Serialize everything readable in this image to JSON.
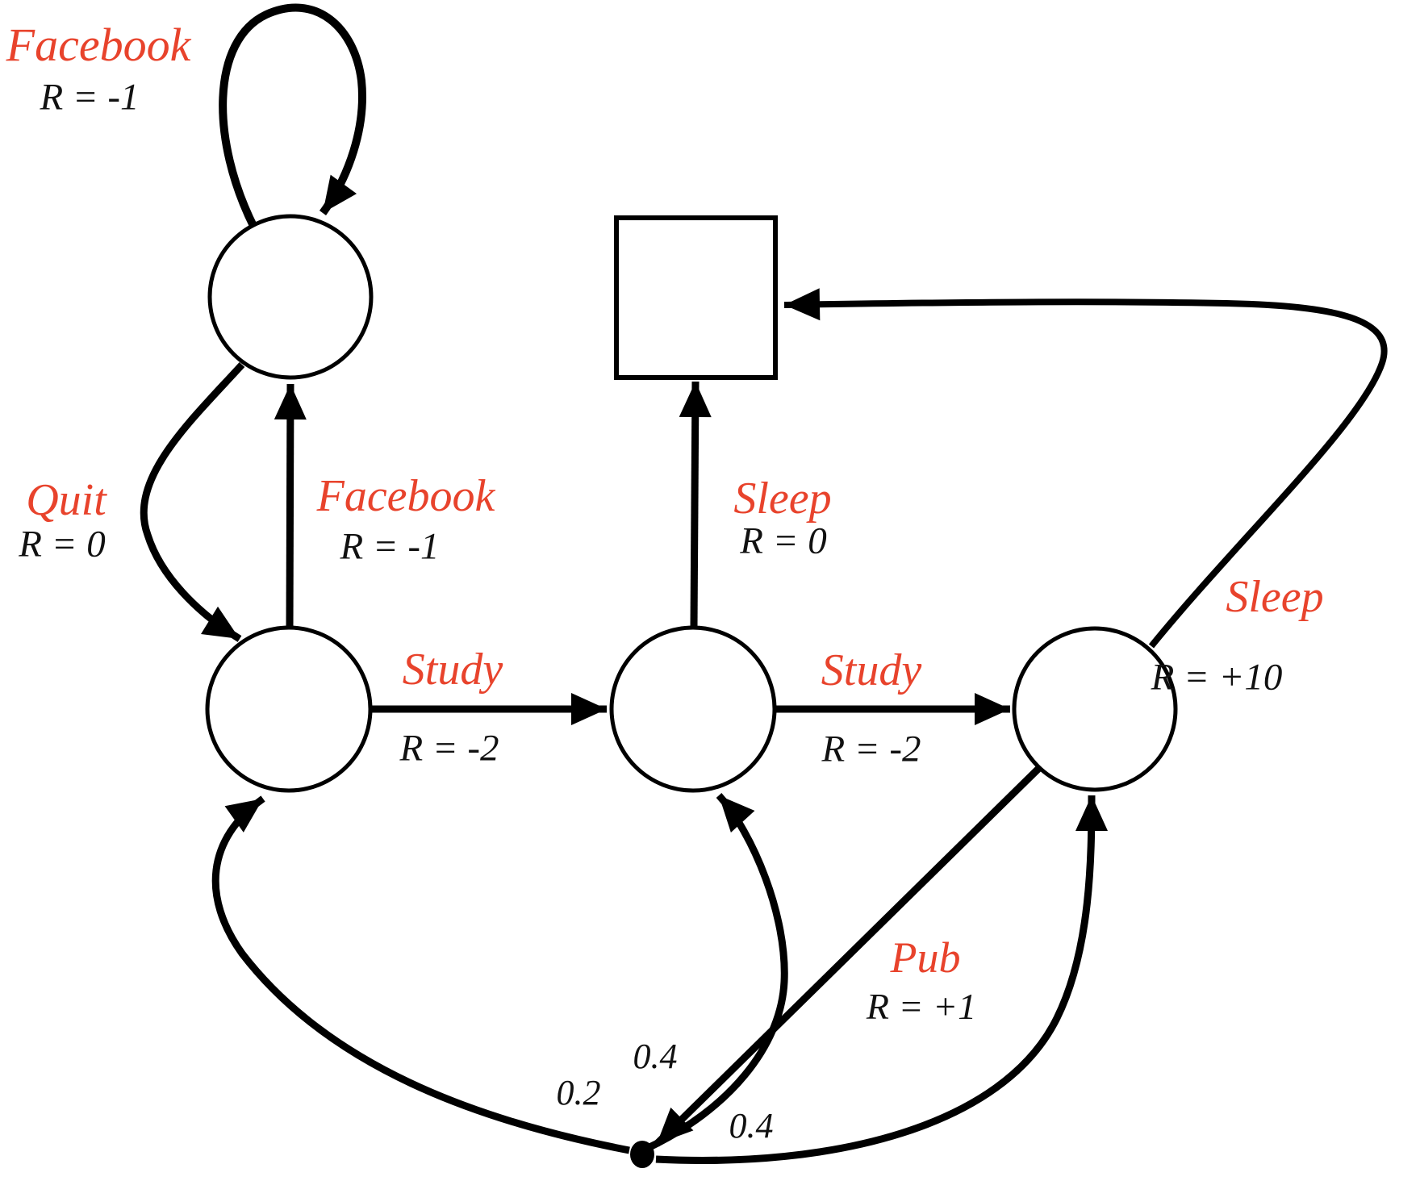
{
  "diagram_type": "markov-decision-process",
  "colors": {
    "action": "#E8432C",
    "reward_text": "#111111",
    "line": "#000000"
  },
  "nodes": {
    "facebook_state": "circle",
    "class1_state": "circle",
    "class2_state": "circle",
    "class3_state": "circle",
    "terminal_state": "square",
    "chance_node": "dot"
  },
  "labels": {
    "facebook_loop": {
      "action": "Facebook",
      "reward": "R = -1"
    },
    "quit": {
      "action": "Quit",
      "reward": "R = 0"
    },
    "facebook_mid": {
      "action": "Facebook",
      "reward": "R = -1"
    },
    "study1": {
      "action": "Study",
      "reward": "R = -2"
    },
    "sleep_mid": {
      "action": "Sleep",
      "reward": "R = 0"
    },
    "study2": {
      "action": "Study",
      "reward": "R = -2"
    },
    "sleep_final": {
      "action": "Sleep",
      "reward": "R = +10"
    },
    "pub": {
      "action": "Pub",
      "reward": "R = +1"
    }
  },
  "probabilities": {
    "to_class1": "0.2",
    "to_class2": "0.4",
    "to_class3": "0.4"
  }
}
